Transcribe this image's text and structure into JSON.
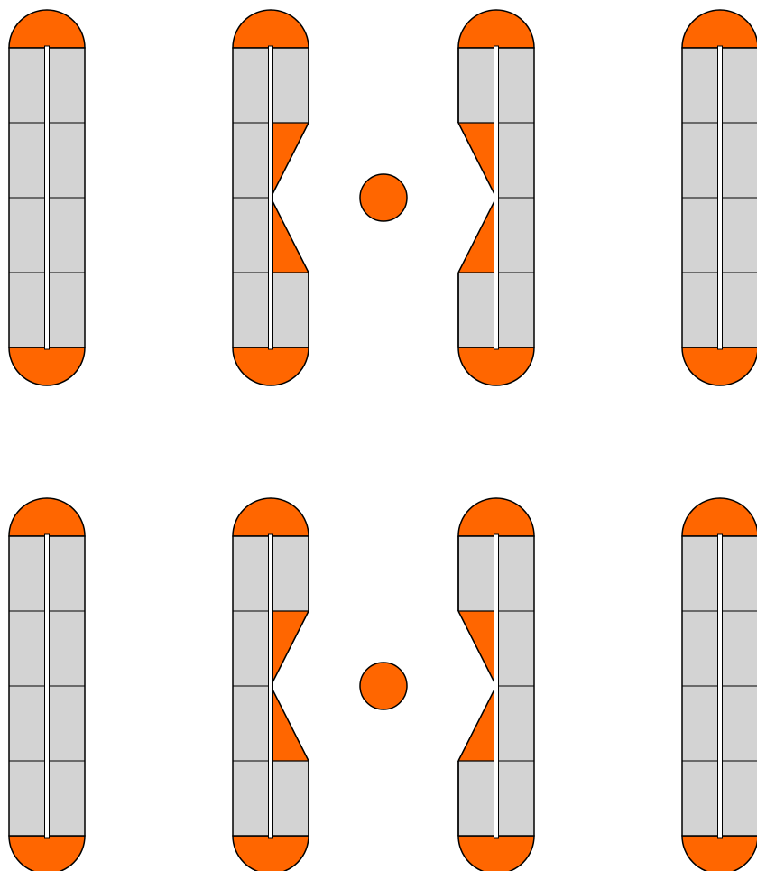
{
  "diagram": {
    "colors": {
      "accent": "#ff6600",
      "panel": "#d3d3d3",
      "outline": "#000000",
      "background": "#ffffff"
    },
    "rows": [
      {
        "units": [
          {
            "kind": "plain"
          },
          {
            "kind": "notched",
            "notch_side": "right"
          },
          {
            "kind": "notched",
            "notch_side": "left"
          },
          {
            "kind": "plain"
          }
        ],
        "center_dot": true
      },
      {
        "units": [
          {
            "kind": "plain"
          },
          {
            "kind": "notched",
            "notch_side": "right"
          },
          {
            "kind": "notched",
            "notch_side": "left"
          },
          {
            "kind": "plain"
          }
        ],
        "center_dot": true
      }
    ]
  }
}
